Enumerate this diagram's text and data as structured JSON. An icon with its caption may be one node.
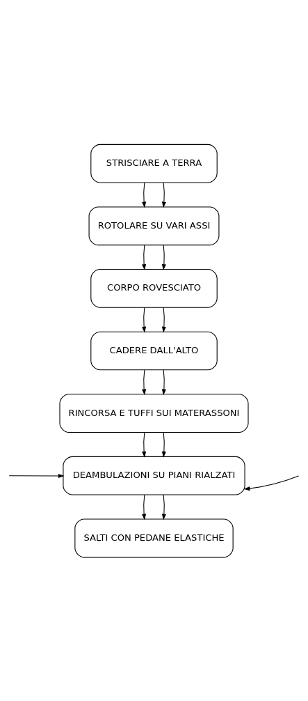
{
  "diagram": {
    "nodes": [
      {
        "text": [
          "STRISCIARE A TERRA"
        ]
      },
      {
        "text": [
          "ROTOLARE SU VARI ASSI"
        ]
      },
      {
        "text": [
          "CORPO ROVESCIATO"
        ]
      },
      {
        "text": [
          "CADERE DALL'ALTO"
        ]
      },
      {
        "text": [
          "RINCORSA E TUFFI SUI MATERASSONI"
        ]
      },
      {
        "text": [
          "DEAMBULAZIONI SU PIANI RIALZATI"
        ]
      },
      {
        "text": [
          "SALTI CON PEDANE ELASTICHE"
        ]
      }
    ],
    "edges": [
      {
        "from": 0,
        "to": 1,
        "arrow": "to"
      },
      {
        "from": 0,
        "to": 1,
        "arrow": "to"
      },
      {
        "from": 1,
        "to": 2,
        "arrow": "to"
      },
      {
        "from": 1,
        "to": 2,
        "arrow": "to"
      },
      {
        "from": 2,
        "to": 3,
        "arrow": "to"
      },
      {
        "from": 2,
        "to": 3,
        "arrow": "to"
      },
      {
        "from": 3,
        "to": 4,
        "arrow": "to"
      },
      {
        "from": 3,
        "to": 4,
        "arrow": "to"
      },
      {
        "from": 4,
        "to": 5,
        "arrow": "to"
      },
      {
        "from": 4,
        "to": 5,
        "arrow": "to"
      },
      {
        "from": null,
        "to": 5,
        "arrow": "to"
      },
      {
        "from": null,
        "to": 5,
        "arrow": "to"
      },
      {
        "from": 5,
        "to": 6,
        "arrow": "to"
      },
      {
        "from": 5,
        "to": 6,
        "arrow": "to"
      }
    ]
  }
}
